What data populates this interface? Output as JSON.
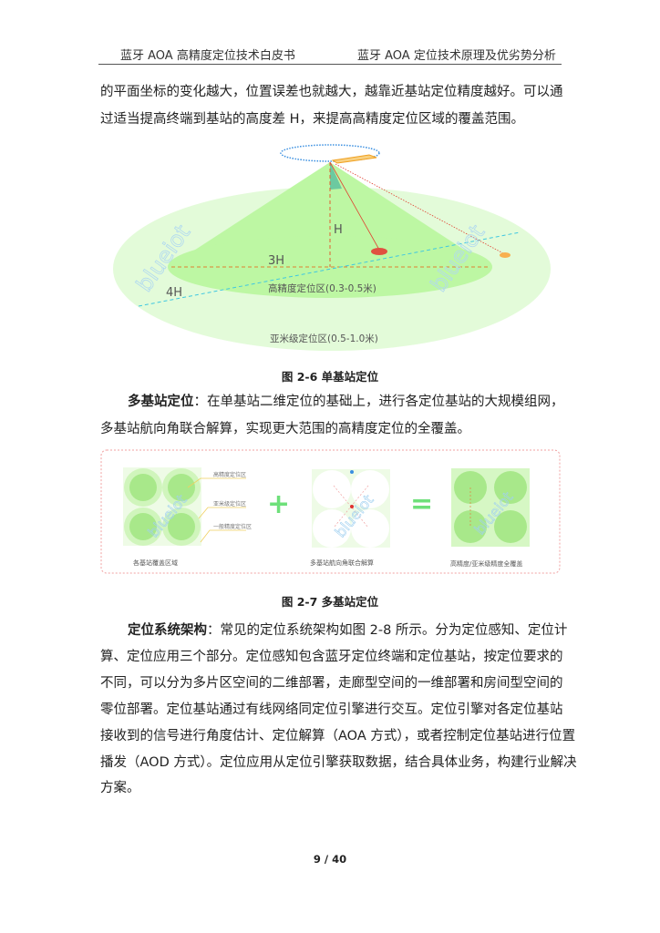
{
  "header": {
    "left": "蓝牙 AOA 高精度定位技术白皮书",
    "right": "蓝牙 AOA 定位技术原理及优劣势分析"
  },
  "paragraph1": {
    "lines": [
      "的平面坐标的变化越大，位置误差也就越大，越靠近基站定位精度越好。可以通",
      "过适当提高终端到基站的高度差 H，来提高高精度定位区域的覆盖范围。"
    ]
  },
  "figure1": {
    "labels": {
      "h": "H",
      "three_h": "3H",
      "four_h": "4H",
      "high_zone": "高精度定位区(0.3-0.5米)",
      "submeter_zone": "亚米级定位区(0.5-1.0米)"
    },
    "watermark": "blueiot",
    "caption": "图 2-6 单基站定位"
  },
  "paragraph2": {
    "bold": "多基站定位",
    "lines": [
      "：在单基站二维定位的基础上，进行各定位基站的大规模组网，",
      "多基站航向角联合解算，实现更大范围的高精度定位的全覆盖。"
    ]
  },
  "figure2": {
    "panels": [
      {
        "caption": "各基站覆盖区域",
        "legend": [
          "高精度定位区",
          "亚米级定位区",
          "一般精度定位区"
        ]
      },
      {
        "caption": "多基站航向角联合解算"
      },
      {
        "caption": "高精度/亚米级精度全覆盖"
      }
    ],
    "plus": "+",
    "equals": "=",
    "watermark": "blueiot",
    "caption": "图 2-7 多基站定位"
  },
  "paragraph3": {
    "bold": "定位系统架构",
    "lines": [
      "：常见的定位系统架构如图 2-8 所示。分为定位感知、定位计",
      "算、定位应用三个部分。定位感知包含蓝牙定位终端和定位基站，按定位要求的",
      "不同，可以分为多片区空间的二维部署，走廊型空间的一维部署和房间型空间的",
      "零位部署。定位基站通过有线网络同定位引擎进行交互。定位引擎对各定位基站",
      "接收到的信号进行角度估计、定位解算（AOA 方式），或者控制定位基站进行位置",
      "播发（AOD 方式）。定位应用从定位引擎获取数据，结合具体业务，构建行业解决",
      "方案。"
    ]
  },
  "footer": {
    "page": "9 / 40"
  },
  "colors": {
    "green_light": "#e3fbd9",
    "green_cone": "#bdf7a3",
    "circle_green": "#a8e88a",
    "dashed_border": "#f0a0a0"
  }
}
